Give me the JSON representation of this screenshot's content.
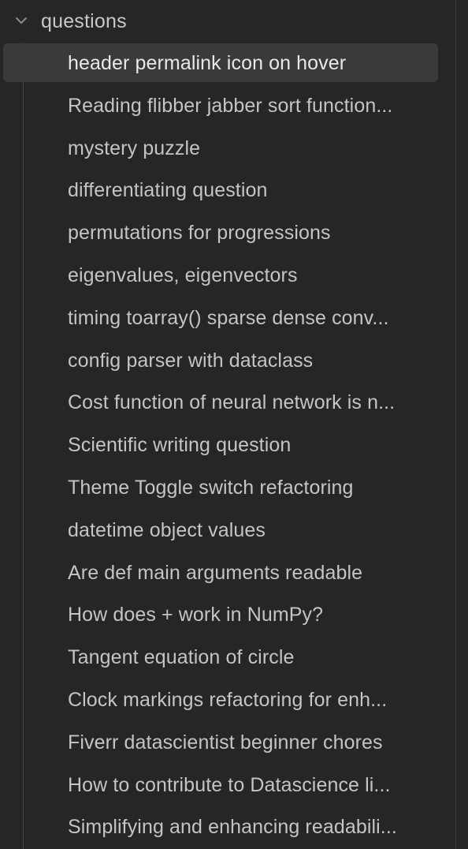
{
  "folder": {
    "label": "questions",
    "icon": "chevron-down-icon",
    "expanded": true
  },
  "items": [
    {
      "label": "header permalink icon on hover",
      "active": true
    },
    {
      "label": "Reading flibber jabber sort function...",
      "active": false
    },
    {
      "label": "mystery puzzle",
      "active": false
    },
    {
      "label": "differentiating question",
      "active": false
    },
    {
      "label": "permutations for progressions",
      "active": false
    },
    {
      "label": "eigenvalues, eigenvectors",
      "active": false
    },
    {
      "label": "timing toarray() sparse dense conv...",
      "active": false
    },
    {
      "label": "config parser with dataclass",
      "active": false
    },
    {
      "label": "Cost function of neural network is n...",
      "active": false
    },
    {
      "label": "Scientific writing question",
      "active": false
    },
    {
      "label": "Theme Toggle switch refactoring",
      "active": false
    },
    {
      "label": "datetime object values",
      "active": false
    },
    {
      "label": "Are def main arguments readable",
      "active": false
    },
    {
      "label": "How does + work in NumPy?",
      "active": false
    },
    {
      "label": "Tangent equation of circle",
      "active": false
    },
    {
      "label": "Clock markings refactoring for enh...",
      "active": false
    },
    {
      "label": "Fiverr datascientist beginner chores",
      "active": false
    },
    {
      "label": "How to contribute to Datascience li...",
      "active": false
    },
    {
      "label": "Simplifying and enhancing readabili...",
      "active": false
    }
  ],
  "colors": {
    "background": "#262626",
    "active_background": "#3a3a3a",
    "text": "#c4c4c4",
    "active_text": "#e8e8e8"
  }
}
